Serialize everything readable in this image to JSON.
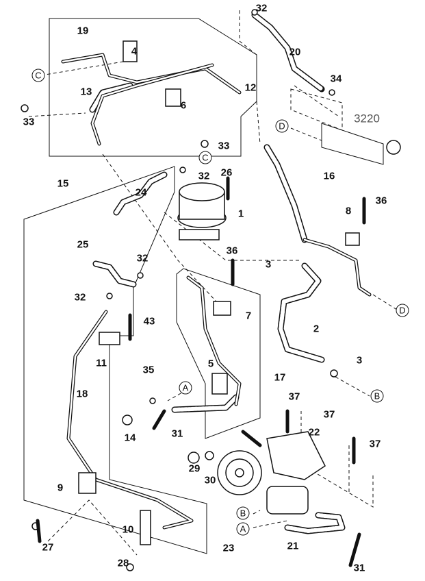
{
  "diagram": {
    "group_label": "3220",
    "labels": [
      {
        "text": "32"
      },
      {
        "text": "19"
      },
      {
        "text": "4"
      },
      {
        "text": "20"
      },
      {
        "text": "13"
      },
      {
        "text": "12"
      },
      {
        "text": "34"
      },
      {
        "text": "6"
      },
      {
        "text": "33"
      },
      {
        "text": "33"
      },
      {
        "text": "26"
      },
      {
        "text": "16"
      },
      {
        "text": "15"
      },
      {
        "text": "32"
      },
      {
        "text": "24"
      },
      {
        "text": "36"
      },
      {
        "text": "8"
      },
      {
        "text": "1"
      },
      {
        "text": "25"
      },
      {
        "text": "32"
      },
      {
        "text": "36"
      },
      {
        "text": "3"
      },
      {
        "text": "32"
      },
      {
        "text": "43"
      },
      {
        "text": "7"
      },
      {
        "text": "2"
      },
      {
        "text": "11"
      },
      {
        "text": "3"
      },
      {
        "text": "5"
      },
      {
        "text": "18"
      },
      {
        "text": "17"
      },
      {
        "text": "35"
      },
      {
        "text": "37"
      },
      {
        "text": "37"
      },
      {
        "text": "22"
      },
      {
        "text": "14"
      },
      {
        "text": "31"
      },
      {
        "text": "37"
      },
      {
        "text": "29"
      },
      {
        "text": "30"
      },
      {
        "text": "9"
      },
      {
        "text": "10"
      },
      {
        "text": "27"
      },
      {
        "text": "23"
      },
      {
        "text": "21"
      },
      {
        "text": "28"
      },
      {
        "text": "31"
      }
    ],
    "refs": [
      {
        "text": "C"
      },
      {
        "text": "D"
      },
      {
        "text": "C"
      },
      {
        "text": "D"
      },
      {
        "text": "A"
      },
      {
        "text": "B"
      },
      {
        "text": "B"
      },
      {
        "text": "A"
      }
    ]
  }
}
